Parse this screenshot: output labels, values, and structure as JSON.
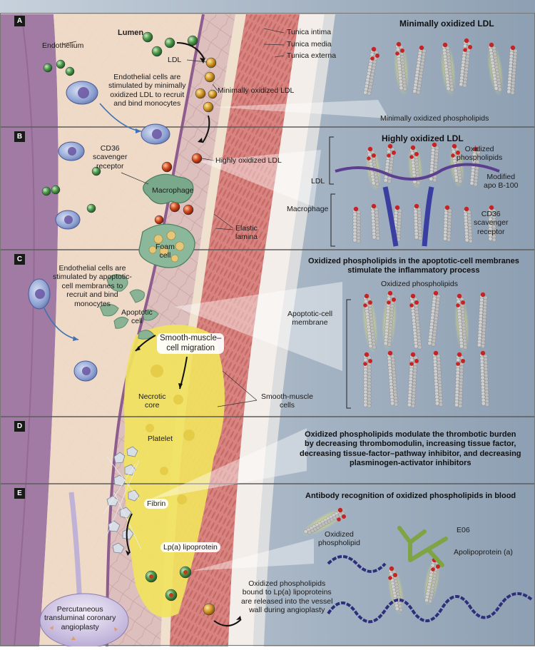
{
  "colors": {
    "vessel_wall": "#e8c7c4",
    "endothelium": "#b37fae",
    "tunica_media": "#d07b78",
    "tunica_externa": "#f4f1ef",
    "right_bg": "#aab8c6",
    "necrotic_core": "#f1e25d",
    "ldl_green": "#4a8b47",
    "ldl_gold": "#d29b2c",
    "ldl_red": "#c6381f",
    "phospholipid_grey": "#c9c9c9",
    "oxygen_red": "#c42222",
    "highlight_yellow": "#f5ef5a",
    "apo_purple": "#5b3f8e",
    "cd36_blue": "#3a3ea0",
    "antibody_green": "#7ea443"
  },
  "panels": {
    "a": {
      "badge": "A",
      "title": "Minimally oxidized LDL"
    },
    "b": {
      "badge": "B",
      "title": "Highly oxidized LDL"
    },
    "c": {
      "badge": "C",
      "title_line1": "Oxidized phospholipids in the apoptotic-cell membranes",
      "title_line2": "stimulate the inflammatory process"
    },
    "d": {
      "badge": "D",
      "line1": "Oxidized phospholipids modulate the thrombotic burden",
      "line2": "by decreasing thrombomodulin, increasing tissue factor,",
      "line3": "decreasing tissue-factor–pathway inhibitor, and decreasing",
      "line4": "plasminogen-activator inhibitors"
    },
    "e": {
      "badge": "E",
      "title": "Antibody recognition of oxidized phospholipids in blood"
    }
  },
  "labels": {
    "lumen": "Lumen",
    "endothelium": "Endothelium",
    "tunica_intima": "Tunica intima",
    "tunica_media": "Tunica media",
    "tunica_externa": "Tunica externa",
    "ldl": "LDL",
    "minimally_oxidized_ldl": "Minimally oxidized LDL",
    "endo_a_1": "Endothelial cells are",
    "endo_a_2": "stimulated by minimally",
    "endo_a_3": "oxidized LDL to recruit",
    "endo_a_4": "and bind monocytes",
    "min_ox_phospholipids": "Minimally oxidized phospholipids",
    "cd36_1": "CD36",
    "cd36_2": "scavenger",
    "cd36_3": "receptor",
    "highly_oxidized_ldl": "Highly oxidized LDL",
    "macrophage": "Macrophage",
    "foam_1": "Foam",
    "foam_2": "cell",
    "elastic_1": "Elastic",
    "elastic_2": "lamina",
    "oxidized_phospholipids": "Oxidized phospholipids",
    "ox_pl_1": "Oxidized",
    "ox_pl_2": "phospholipids",
    "ldl_right": "LDL",
    "modified_1": "Modified",
    "modified_2": "apo B-100",
    "macrophage_right": "Macrophage",
    "cd36_r1": "CD36",
    "cd36_r2": "scavenger",
    "cd36_r3": "receptor",
    "endo_c_1": "Endothelial cells are",
    "endo_c_2": "stimulated by apoptotic-",
    "endo_c_3": "cell membranes to",
    "endo_c_4": "recruit and bind",
    "endo_c_5": "monocytes",
    "apoptotic_1": "Apoptotic",
    "apoptotic_2": "cell",
    "smc_mig_1": "Smooth-muscle–",
    "smc_mig_2": "cell migration",
    "apop_mem_1": "Apoptotic-cell",
    "apop_mem_2": "membrane",
    "necrotic_1": "Necrotic",
    "necrotic_2": "core",
    "smc_1": "Smooth-muscle",
    "smc_2": "cells",
    "platelet": "Platelet",
    "fibrin": "Fibrin",
    "lpa": "Lp(a) lipoprotein",
    "e06": "E06",
    "oxpl_e_1": "Oxidized",
    "oxpl_e_2": "phospholipid",
    "apo_a": "Apolipoprotein (a)",
    "ptca_1": "Percutaneous",
    "ptca_2": "transluminal coronary",
    "ptca_3": "angioplasty",
    "released_1": "Oxidized phospholipids",
    "released_2": "bound to Lp(a) lipoproteins",
    "released_3": "are released into the vessel",
    "released_4": "wall during angioplasty"
  }
}
